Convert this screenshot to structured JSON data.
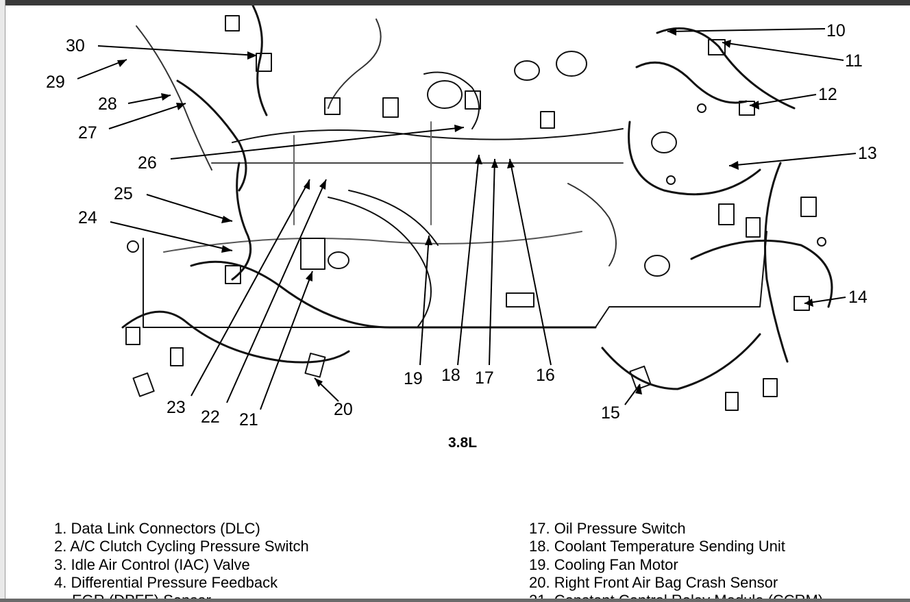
{
  "diagram": {
    "engine_label": "3.8L",
    "callouts": [
      "10",
      "11",
      "12",
      "13",
      "14",
      "15",
      "16",
      "17",
      "18",
      "19",
      "20",
      "21",
      "22",
      "23",
      "24",
      "25",
      "26",
      "27",
      "28",
      "29",
      "30"
    ]
  },
  "legend": {
    "left": [
      {
        "num": "1.",
        "text": "Data Link Connectors (DLC)"
      },
      {
        "num": "2.",
        "text": "A/C Clutch Cycling Pressure Switch"
      },
      {
        "num": "3.",
        "text": "Idle Air Control (IAC) Valve"
      },
      {
        "num": "4.",
        "text": "Differential Pressure Feedback"
      },
      {
        "num": "",
        "text": "EGR (DPFE) Sensor"
      }
    ],
    "right": [
      {
        "num": "17.",
        "text": "Oil Pressure Switch"
      },
      {
        "num": "18.",
        "text": "Coolant Temperature Sending Unit"
      },
      {
        "num": "19.",
        "text": "Cooling Fan Motor"
      },
      {
        "num": "20.",
        "text": "Right Front Air Bag Crash Sensor"
      },
      {
        "num": "21.",
        "text": "Constant Control Relay Module (CCRM)"
      }
    ]
  }
}
